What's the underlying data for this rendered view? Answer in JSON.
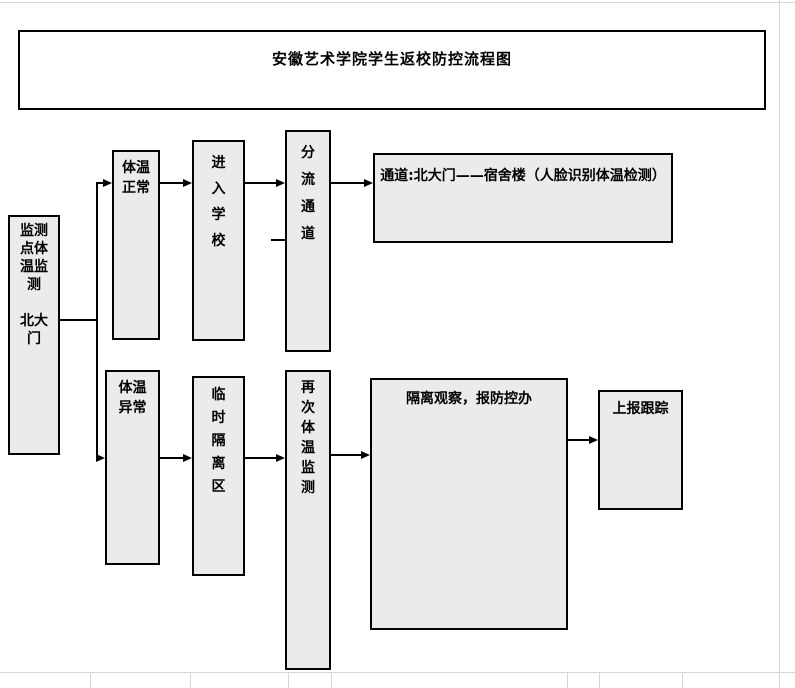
{
  "title": "安徽艺术学院学生返校防控流程图",
  "nodes": {
    "monitor_point": "监测点体温监测\n\n北大门",
    "temp_normal": "体温正常",
    "enter_school": "进\n入\n学\n校",
    "diversion_channel": "分\n流\n通\n道",
    "channel_route": "通道:北大门——宿舍楼（人脸识别体温检测）",
    "temp_abnormal": "体温异常",
    "temp_isolation_area": "临\n时\n隔\n离\n区",
    "recheck_temperature": "再\n次\n体\n温\n监\n测",
    "isolation_observation": "隔离观察，报防控办",
    "report_tracking": "上报跟踪"
  },
  "colors": {
    "node_fill": "#ebebeb",
    "node_border": "#000000",
    "background": "#ffffff"
  }
}
